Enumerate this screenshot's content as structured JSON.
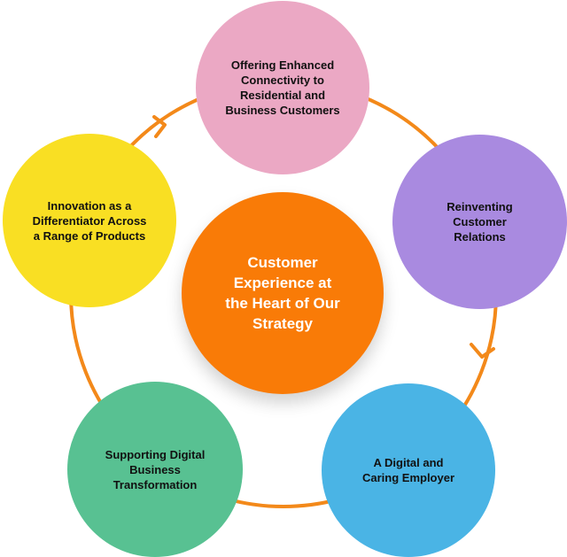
{
  "diagram": {
    "center": {
      "label": "Customer\nExperience at\nthe Heart of Our\nStrategy"
    },
    "nodes": [
      {
        "label": "Offering Enhanced\nConnectivity to\nResidential and\nBusiness Customers"
      },
      {
        "label": "Reinventing\nCustomer\nRelations"
      },
      {
        "label": "A Digital and\nCaring Employer"
      },
      {
        "label": "Supporting Digital\nBusiness\nTransformation"
      },
      {
        "label": "Innovation as a\nDifferentiator Across\na Range of Products"
      }
    ],
    "colors": {
      "cycle_ring": "#f3891a",
      "center": "#f97b07",
      "offering": "#eba8c4",
      "reinventing": "#a98ae0",
      "digital_employer": "#4ab4e5",
      "supporting": "#58c192",
      "innovation": "#f9df23"
    },
    "arrows": [
      "chevron-right-icon",
      "chevron-down-icon"
    ]
  }
}
